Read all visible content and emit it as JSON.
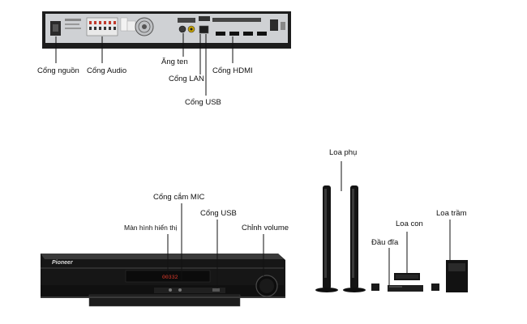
{
  "colors": {
    "device_body": "#1b1b1b",
    "rear_panel": "#cfd1d4",
    "leader_line": "#111111",
    "display_text": "#e23b2b"
  },
  "icons": {
    "rear_panel": "av-receiver-rear-panel",
    "front_unit": "av-receiver-front",
    "speakers": "home-theater-speaker-set"
  },
  "rear_labels": {
    "power": "Cổng nguồn",
    "audio": "Cổng Audio",
    "antenna": "Ăng ten",
    "lan": "Cổng LAN",
    "usb": "Cổng USB",
    "hdmi": "Cổng HDMI"
  },
  "front_labels": {
    "mic": "Cổng cắm MIC",
    "display": "Màn hình hiển thị",
    "usb": "Cổng USB",
    "volume": "Chỉnh volume"
  },
  "front_unit": {
    "brand": "Pioneer",
    "display_readout": "00332"
  },
  "speaker_labels": {
    "satellite": "Loa phụ",
    "center": "Loa con",
    "subwoofer": "Loa trầm",
    "player": "Đầu đĩa"
  }
}
